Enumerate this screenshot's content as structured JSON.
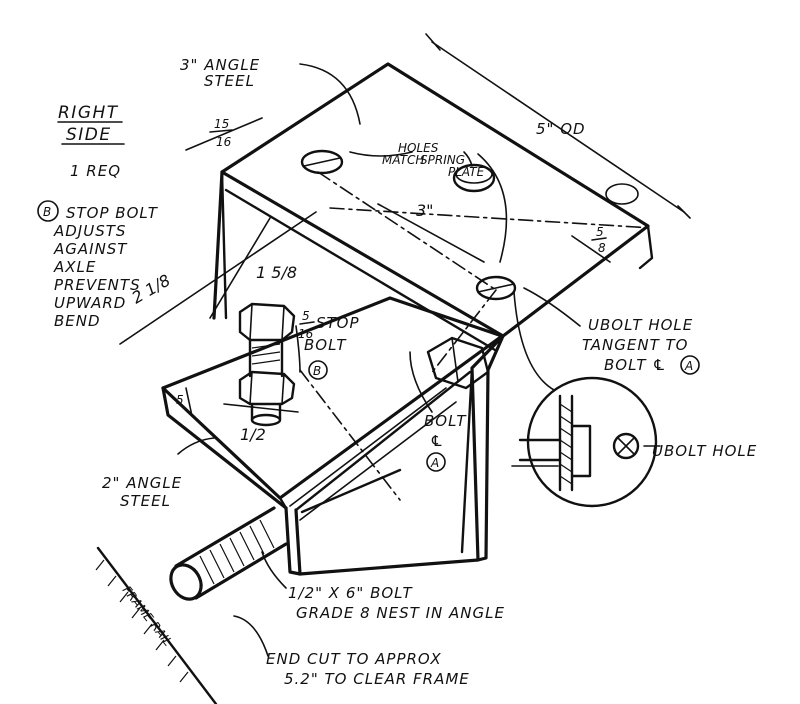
{
  "title": {
    "line1": "RIGHT",
    "line2": "SIDE",
    "qty": "1 REQ"
  },
  "note_b": {
    "marker": "B",
    "lines": [
      "STOP BOLT",
      "ADJUSTS",
      "AGAINST",
      "AXLE",
      "PREVENTS",
      "UPWARD",
      "BEND"
    ]
  },
  "labels": {
    "angle_3in": [
      "3\" ANGLE",
      "STEEL"
    ],
    "angle_2in": [
      "2\" ANGLE",
      "STEEL"
    ],
    "od": "5\" OD",
    "holes_match": [
      "HOLES",
      "MATCH",
      "SPRING",
      "PLATE"
    ],
    "three_in": "3\"",
    "stop_bolt": {
      "frac_num": "5",
      "frac_den": "16",
      "text1": "STOP",
      "text2": "BOLT",
      "marker": "B"
    },
    "ubolt_tangent": [
      "UBOLT HOLE",
      "TANGENT TO",
      "BOLT ℄"
    ],
    "ubolt_tangent_marker": "A",
    "ubolt_hole": "UBOLT HOLE",
    "bolt_cl": [
      "BOLT",
      "℄"
    ],
    "bolt_cl_marker": "A",
    "main_bolt": [
      "1/2\" X 6\" BOLT",
      "GRADE 8  NEST IN ANGLE"
    ],
    "end_cut": [
      "END CUT TO APPROX",
      "5.2\" TO CLEAR FRAME"
    ],
    "frame_rail": "FRAME RAIL"
  },
  "dimensions": {
    "d15_16": {
      "num": "15",
      "den": "16"
    },
    "d1_5_8": "1 5/8",
    "d2_1_8": "2 1/8",
    "d5_8": {
      "num": "5",
      "den": "8"
    },
    "d5": "5",
    "d1_2": "1/2"
  }
}
